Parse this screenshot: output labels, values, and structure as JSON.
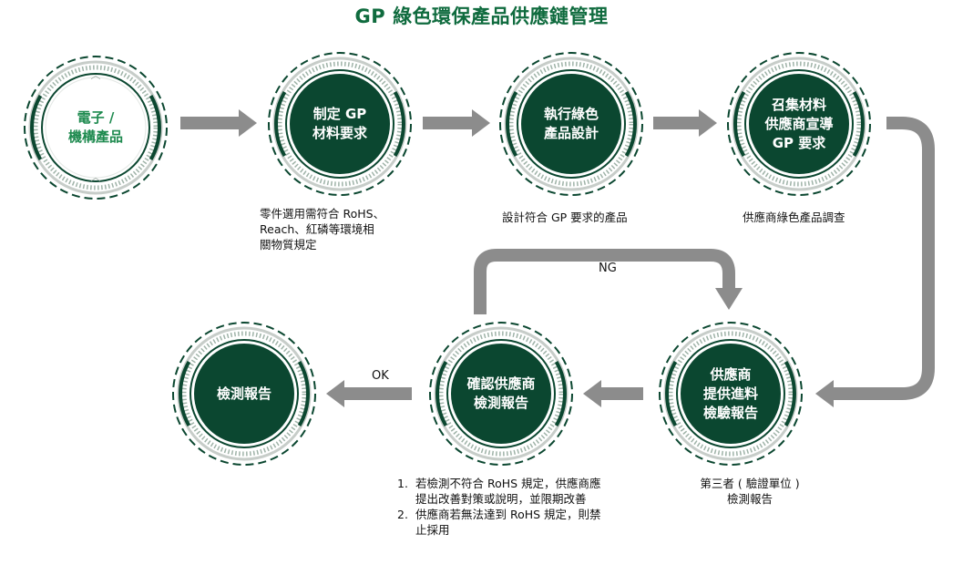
{
  "title": "GP 綠色環保產品供應鏈管理",
  "colors": {
    "dark_green": "#0b4730",
    "title_green": "#0f6b3e",
    "arrow_gray": "#8c8c8c"
  },
  "nodes": {
    "n1": {
      "label": "電子 /\n機構產品"
    },
    "n2": {
      "label": "制定 GP\n材料要求"
    },
    "n3": {
      "label": "執行綠色\n產品設計"
    },
    "n4": {
      "label": "召集材料\n供應商宣導\nGP 要求"
    },
    "n5": {
      "label": "供應商\n提供進料\n檢驗報告"
    },
    "n6": {
      "label": "確認供應商\n檢測報告"
    },
    "n7": {
      "label": "檢測報告"
    }
  },
  "notes": {
    "n2": "零件選用需符合 RoHS、\nReach、紅磷等環境相\n關物質規定",
    "n3": "設計符合 GP 要求的產品",
    "n4": "供應商綠色產品調查",
    "n5": "第三者 ( 驗證單位 )\n檢測報告",
    "n6": [
      {
        "num": "1.",
        "text": "若檢測不符合 RoHS 規定，供應商應提出改善對策或說明，並限期改善"
      },
      {
        "num": "2.",
        "text": "供應商若無法達到 RoHS 規定，則禁止採用"
      }
    ]
  },
  "flow_labels": {
    "ng": "NG",
    "ok": "OK"
  }
}
